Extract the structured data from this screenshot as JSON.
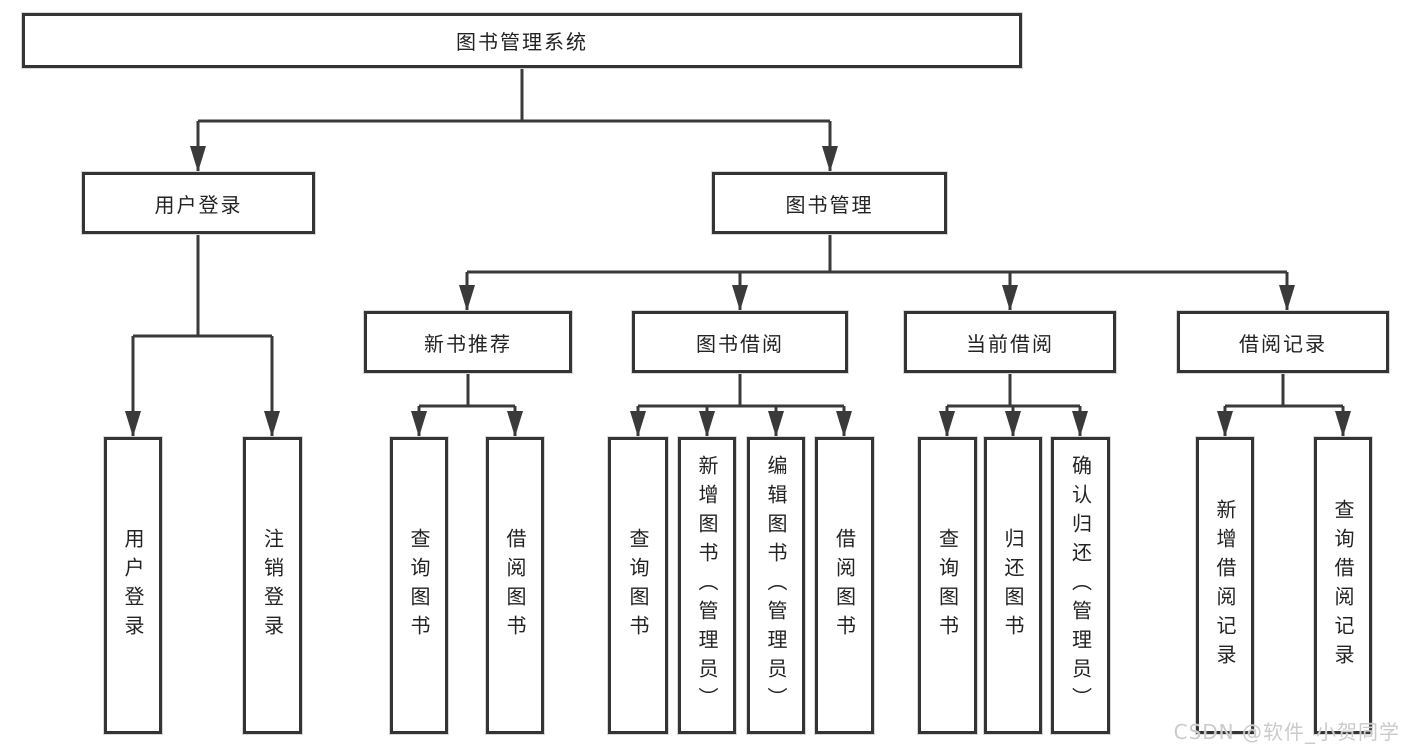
{
  "diagram": {
    "title": "图书管理系统",
    "root": {
      "label": "图书管理系统"
    },
    "user_login": {
      "label": "用户登录",
      "children": [
        {
          "label": "用户登录"
        },
        {
          "label": "注销登录"
        }
      ]
    },
    "book_mgmt": {
      "label": "图书管理",
      "sections": [
        {
          "label": "新书推荐",
          "children": [
            {
              "label": "查询图书"
            },
            {
              "label": "借阅图书"
            }
          ]
        },
        {
          "label": "图书借阅",
          "children": [
            {
              "label": "查询图书"
            },
            {
              "label": "新增图书（管理员）"
            },
            {
              "label": "编辑图书（管理员）"
            },
            {
              "label": "借阅图书"
            }
          ]
        },
        {
          "label": "当前借阅",
          "children": [
            {
              "label": "查询图书"
            },
            {
              "label": "归还图书"
            },
            {
              "label": "确认归还（管理员）"
            }
          ]
        },
        {
          "label": "借阅记录",
          "children": [
            {
              "label": "新增借阅记录"
            },
            {
              "label": "查询借阅记录"
            }
          ]
        }
      ]
    },
    "watermark": "CSDN @软件_小贺同学",
    "colors": {
      "line": "#3a3a3a",
      "border": "#343434",
      "text": "#232323",
      "watermark": "#cbcbcb",
      "background": "#ffffff"
    }
  }
}
